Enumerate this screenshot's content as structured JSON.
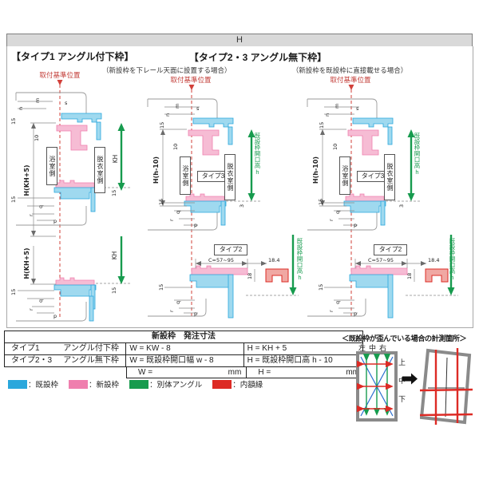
{
  "page": {
    "header_title": "H"
  },
  "sections": {
    "type1_title": "【タイプ1 アングル付下枠】",
    "type23_title": "【タイプ2・3 アングル無下枠】",
    "sub_rail": "（新設枠を下レール天面に設置する場合）",
    "sub_direct": "（新設枠を既設枠に直接載せる場合）",
    "datum": "取付基準位置"
  },
  "labels": {
    "bath": "浴室側",
    "dress": "脱衣室側",
    "type3": "タイプ3",
    "type2": "タイプ2",
    "open_h": "既設枠開口高h"
  },
  "dims": {
    "n": "n",
    "m": "m",
    "s": "s",
    "q": "q",
    "r": "r",
    "p": "p",
    "d15": "15",
    "d10": "10",
    "d3": "3",
    "d18": "18",
    "d184": "18.4",
    "h1": "H(KH+5)",
    "h23": "H(h-10)",
    "kh": "KH",
    "c": "C=57~95"
  },
  "table": {
    "title": "新設枠　発注寸法",
    "rows": [
      {
        "type": "タイプ1",
        "name": "アングル付下枠",
        "w": "W = KW - 8",
        "h": "H = KH + 5"
      },
      {
        "type": "タイプ2・3",
        "name": "アングル無下枠",
        "w": "W = 既設枠開口幅 w - 8",
        "h": "H = 既設枠開口高 h - 10"
      }
    ],
    "entry": {
      "w": "W =",
      "h": "H =",
      "unit": "mm"
    }
  },
  "legend": {
    "sep": "：",
    "items": [
      {
        "label": "既設枠",
        "color": "#2aa7dc"
      },
      {
        "label": "新設枠",
        "color": "#ef7fae"
      },
      {
        "label": "別体アングル",
        "color": "#179b4e"
      },
      {
        "label": "内額縁",
        "color": "#dd2b25"
      }
    ]
  },
  "note": {
    "title": "＜既設枠が歪んでいる場合の計測箇所＞",
    "cols": "左中右",
    "top": "上",
    "mid": "中",
    "bot": "下"
  }
}
